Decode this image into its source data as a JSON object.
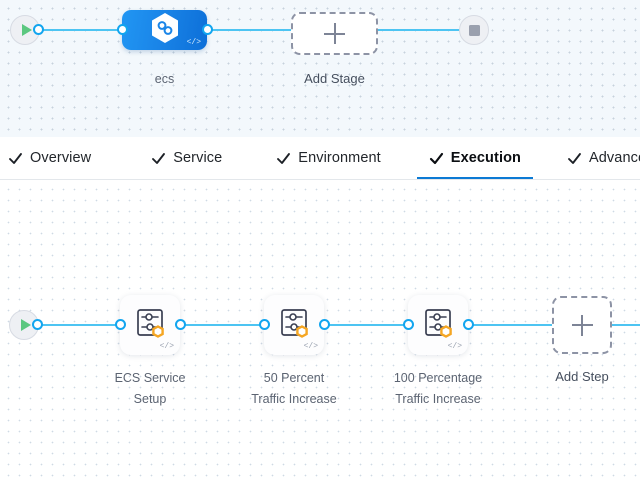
{
  "stage_canvas": {
    "name": "pipeline-stage-canvas",
    "start_node": {
      "icon": "play-icon",
      "label": ""
    },
    "end_node": {
      "icon": "stop-square-icon",
      "label": ""
    },
    "stage": {
      "label": "ecs",
      "icon": "harness-hexagon-icon",
      "code_tag": "</>"
    },
    "add_stage": {
      "label": "Add Stage",
      "icon": "plus-icon"
    }
  },
  "tabs": {
    "items": [
      {
        "label": "Overview",
        "icon": "check-icon",
        "active": false
      },
      {
        "label": "Service",
        "icon": "check-icon",
        "active": false
      },
      {
        "label": "Environment",
        "icon": "check-icon",
        "active": false
      },
      {
        "label": "Execution",
        "icon": "check-icon",
        "active": true
      },
      {
        "label": "Advanced",
        "icon": "check-icon",
        "active": false
      }
    ],
    "active_index": 3,
    "active_underline_color": "#0c7ad4"
  },
  "step_canvas": {
    "name": "execution-step-canvas",
    "start_node": {
      "icon": "play-icon"
    },
    "steps": [
      {
        "label_line1": "ECS Service",
        "label_line2": "Setup",
        "icon": "step-settings-icon",
        "badge_icon": "orange-hexagon-icon",
        "code_tag": "</>"
      },
      {
        "label_line1": "50 Percent",
        "label_line2": "Traffic Increase",
        "icon": "step-settings-icon",
        "badge_icon": "orange-hexagon-icon",
        "code_tag": "</>"
      },
      {
        "label_line1": "100 Percentage",
        "label_line2": "Traffic Increase",
        "icon": "step-settings-icon",
        "badge_icon": "orange-hexagon-icon",
        "code_tag": "</>"
      }
    ],
    "add_step": {
      "label": "Add Step",
      "icon": "plus-icon"
    }
  },
  "colors": {
    "connector": "#4dc4f2",
    "port_ring": "#12a5ef",
    "stage_blue": "#1a85e8",
    "accent_orange": "#f5a623",
    "play_green": "#5bc77f",
    "stage_canvas_bg": "#f3f8fc"
  }
}
